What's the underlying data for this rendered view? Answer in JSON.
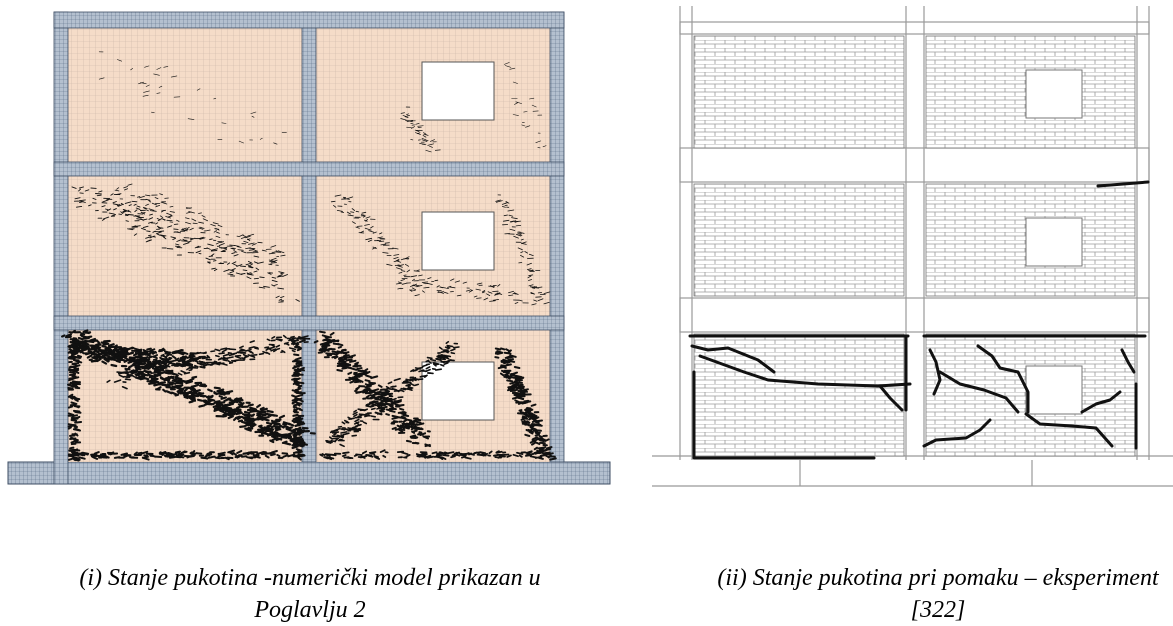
{
  "figure": {
    "caption_left": {
      "line1": "(i) Stanje pukotina -numerički model prikazan u",
      "line2": "Poglavlju 2"
    },
    "caption_right": {
      "line1": "(ii) Stanje pukotina pri pomaku – eksperiment",
      "line2": "[322]"
    }
  },
  "colors": {
    "infill": "#f5dcc8",
    "frame": "#9aa9bd",
    "mesh": "#6b7f99",
    "crack": "#111111",
    "brick_line": "#9a9a9a"
  }
}
